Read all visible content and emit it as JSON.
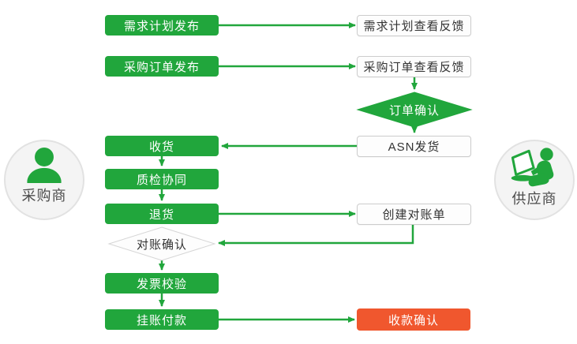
{
  "actors": {
    "buyer": {
      "label": "采购商",
      "icon": "person-icon"
    },
    "supplier": {
      "label": "供应商",
      "icon": "person-laptop-icon"
    }
  },
  "nodes": {
    "demand_plan_publish": "需求计划发布",
    "demand_plan_feedback": "需求计划查看反馈",
    "po_publish": "采购订单发布",
    "po_feedback": "采购订单查看反馈",
    "order_confirm": "订单确认",
    "receive_goods": "收货",
    "asn_ship": "ASN发货",
    "quality_check": "质检协同",
    "return_goods": "退货",
    "create_statement": "创建对账单",
    "statement_confirm": "对账确认",
    "invoice_verify": "发票校验",
    "book_payment": "挂账付款",
    "payment_confirm": "收款确认"
  },
  "colors": {
    "green": "#21a63c",
    "red": "#f0572e",
    "box_border": "#cccccc",
    "text_dark": "#333333",
    "circle_fill": "#f4f4f4",
    "circle_border": "#e2e2e2"
  }
}
